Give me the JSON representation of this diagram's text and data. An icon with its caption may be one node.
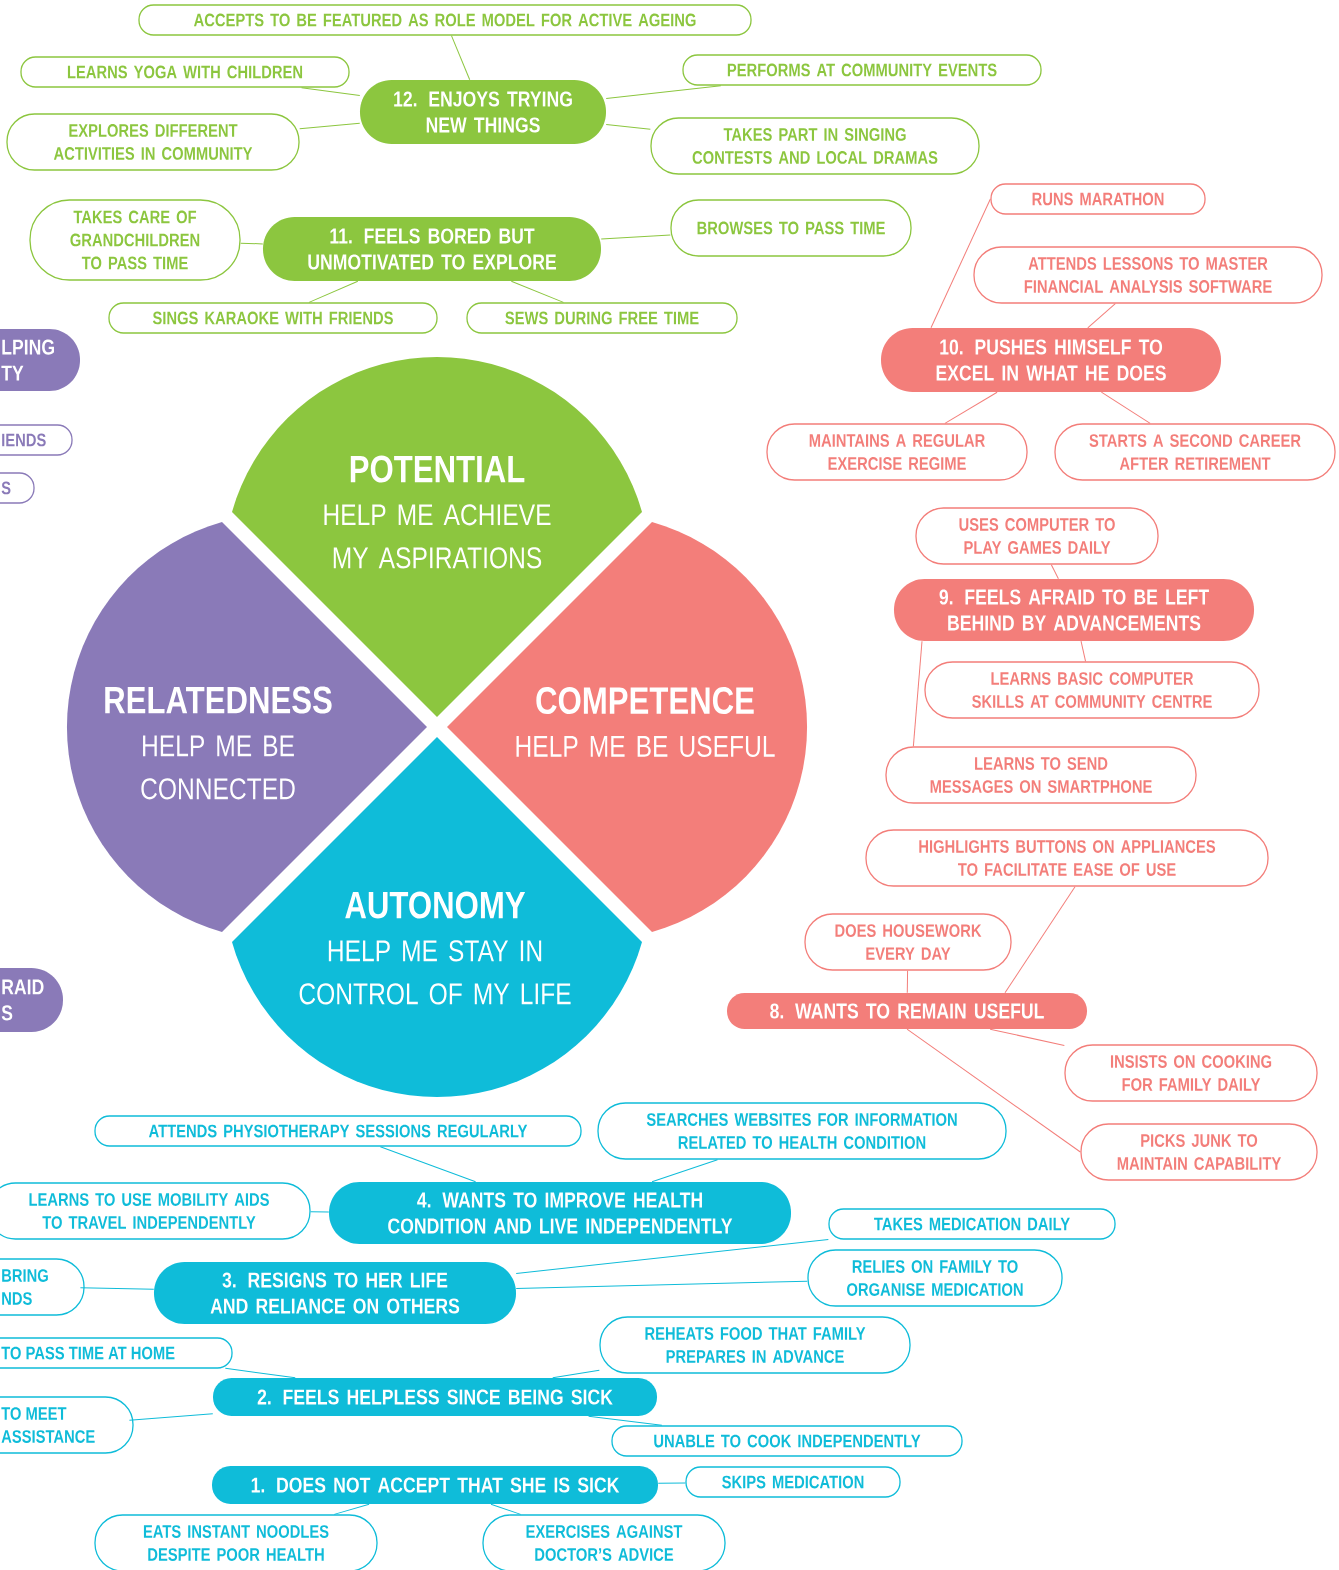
{
  "diagram": {
    "nodes": [
      {
        "text": [
          "12. ENJOYS TRYING NEW THINGS"
        ]
      },
      {
        "text": [
          "ACCEPTS TO BE FEATURED AS ROLE MODEL FOR ACTIVE AGEING"
        ]
      },
      {
        "text": [
          "LEARNS YOGA WITH CHILDREN"
        ]
      },
      {
        "text": [
          "EXPLORES DIFFERENT ACTIVITIES IN COMMUNITY"
        ]
      },
      {
        "text": [
          "PERFORMS AT COMMUNITY EVENTS"
        ]
      },
      {
        "text": [
          "TAKES PART IN SINGING CONTESTS AND LOCAL DRAMAS"
        ]
      },
      {
        "text": [
          "11. FEELS BORED BUT UNMOTIVATED TO EXPLORE"
        ]
      },
      {
        "text": [
          "TAKES CARE OF GRANDCHILDREN TO PASS TIME"
        ]
      },
      {
        "text": [
          "BROWSES TO PASS TIME"
        ]
      },
      {
        "text": [
          "SINGS KARAOKE WITH FRIENDS"
        ]
      },
      {
        "text": [
          "SEWS DURING FREE TIME"
        ]
      },
      {
        "text": [
          "LPING TY"
        ]
      },
      {
        "text": [
          "IENDS"
        ]
      },
      {
        "text": [
          "S"
        ]
      },
      {
        "text": [
          "RAID S"
        ]
      },
      {
        "text": [
          "POTENTIAL",
          "HELP ME ACHIEVE MY ASPIRATIONS"
        ]
      },
      {
        "text": [
          "RELATEDNESS",
          "HELP ME BE CONNECTED"
        ]
      },
      {
        "text": [
          "COMPETENCE",
          "HELP ME BE USEFUL"
        ]
      },
      {
        "text": [
          "AUTONOMY",
          "HELP ME STAY IN CONTROL OF MY LIFE"
        ]
      },
      {
        "text": [
          "10. PUSHES HIMSELF TO EXCEL IN WHAT HE DOES"
        ]
      },
      {
        "text": [
          "RUNS MARATHON"
        ]
      },
      {
        "text": [
          "ATTENDS LESSONS TO MASTER FINANCIAL ANALYSIS SOFTWARE"
        ]
      },
      {
        "text": [
          "MAINTAINS A REGULAR EXERCISE REGIME"
        ]
      },
      {
        "text": [
          "STARTS A SECOND CAREER AFTER RETIREMENT"
        ]
      },
      {
        "text": [
          "9. FEELS AFRAID TO BE LEFT BEHIND BY ADVANCEMENTS"
        ]
      },
      {
        "text": [
          "USES COMPUTER TO PLAY GAMES DAILY"
        ]
      },
      {
        "text": [
          "LEARNS BASIC COMPUTER SKILLS AT COMMUNITY CENTRE"
        ]
      },
      {
        "text": [
          "LEARNS TO SEND MESSAGES ON SMARTPHONE"
        ]
      },
      {
        "text": [
          "8. WANTS TO REMAIN USEFUL"
        ]
      },
      {
        "text": [
          "HIGHLIGHTS BUTTONS ON APPLIANCES TO FACILITATE EASE OF USE"
        ]
      },
      {
        "text": [
          "DOES HOUSEWORK EVERY DAY"
        ]
      },
      {
        "text": [
          "INSISTS ON COOKING FOR FAMILY DAILY"
        ]
      },
      {
        "text": [
          "PICKS JUNK TO MAINTAIN CAPABILITY"
        ]
      },
      {
        "text": [
          "4. WANTS TO IMPROVE HEALTH CONDITION AND LIVE INDEPENDENTLY"
        ]
      },
      {
        "text": [
          "ATTENDS PHYSIOTHERAPY SESSIONS REGULARLY"
        ]
      },
      {
        "text": [
          "SEARCHES WEBSITES FOR INFORMATION RELATED TO HEALTH CONDITION"
        ]
      },
      {
        "text": [
          "LEARNS TO USE MOBILITY AIDS TO TRAVEL INDEPENDENTLY"
        ]
      },
      {
        "text": [
          "3. RESIGNS TO HER LIFE AND RELIANCE ON OTHERS"
        ]
      },
      {
        "text": [
          "BRING NDS"
        ]
      },
      {
        "text": [
          "TAKES MEDICATION DAILY"
        ]
      },
      {
        "text": [
          "RELIES ON FAMILY TO ORGANISE MEDICATION"
        ]
      },
      {
        "text": [
          "2. FEELS HELPLESS SINCE BEING SICK"
        ]
      },
      {
        "text": [
          "TO PASS TIME AT HOME"
        ]
      },
      {
        "text": [
          "TO MEET ASSISTANCE"
        ]
      },
      {
        "text": [
          "REHEATS FOOD THAT FAMILY PREPARES IN ADVANCE"
        ]
      },
      {
        "text": [
          "UNABLE TO COOK INDEPENDENTLY"
        ]
      },
      {
        "text": [
          "1. DOES NOT ACCEPT THAT SHE IS SICK"
        ]
      },
      {
        "text": [
          "SKIPS MEDICATION"
        ]
      },
      {
        "text": [
          "EATS INSTANT NOODLES DESPITE POOR HEALTH"
        ]
      },
      {
        "text": [
          "EXERCISES AGAINST DOCTOR’S ADVICE"
        ]
      }
    ],
    "edges": [
      {
        "from": 0,
        "to": 1,
        "arrow": "none",
        "color": "#8cc63f"
      },
      {
        "from": 0,
        "to": 2,
        "arrow": "none",
        "color": "#8cc63f"
      },
      {
        "from": 0,
        "to": 3,
        "arrow": "none",
        "color": "#8cc63f"
      },
      {
        "from": 0,
        "to": 4,
        "arrow": "none",
        "color": "#8cc63f"
      },
      {
        "from": 0,
        "to": 5,
        "arrow": "none",
        "color": "#8cc63f"
      },
      {
        "from": 6,
        "to": 7,
        "arrow": "none",
        "color": "#8cc63f"
      },
      {
        "from": 6,
        "to": 8,
        "arrow": "none",
        "color": "#8cc63f"
      },
      {
        "from": 6,
        "to": 9,
        "arrow": "none",
        "color": "#8cc63f"
      },
      {
        "from": 6,
        "to": 10,
        "arrow": "none",
        "color": "#8cc63f"
      },
      {
        "from": 19,
        "to": 20,
        "arrow": "none",
        "color": "#f37e7a"
      },
      {
        "from": 19,
        "to": 21,
        "arrow": "none",
        "color": "#f37e7a"
      },
      {
        "from": 19,
        "to": 22,
        "arrow": "none",
        "color": "#f37e7a"
      },
      {
        "from": 19,
        "to": 23,
        "arrow": "none",
        "color": "#f37e7a"
      },
      {
        "from": 24,
        "to": 25,
        "arrow": "none",
        "color": "#f37e7a"
      },
      {
        "from": 24,
        "to": 26,
        "arrow": "none",
        "color": "#f37e7a"
      },
      {
        "from": 24,
        "to": 27,
        "arrow": "none",
        "color": "#f37e7a"
      },
      {
        "from": 28,
        "to": 29,
        "arrow": "none",
        "color": "#f37e7a"
      },
      {
        "from": 28,
        "to": 30,
        "arrow": "none",
        "color": "#f37e7a"
      },
      {
        "from": 28,
        "to": 31,
        "arrow": "none",
        "color": "#f37e7a"
      },
      {
        "from": 28,
        "to": 32,
        "arrow": "none",
        "color": "#f37e7a"
      },
      {
        "from": 33,
        "to": 34,
        "arrow": "none"
      },
      {
        "from": 33,
        "to": 35,
        "arrow": "none"
      },
      {
        "from": 33,
        "to": 36,
        "arrow": "none"
      },
      {
        "from": 37,
        "to": 38,
        "arrow": "none"
      },
      {
        "from": 37,
        "to": 39,
        "arrow": "none"
      },
      {
        "from": 37,
        "to": 40,
        "arrow": "none"
      },
      {
        "from": 41,
        "to": 42,
        "arrow": "none"
      },
      {
        "from": 41,
        "to": 43,
        "arrow": "none"
      },
      {
        "from": 41,
        "to": 44,
        "arrow": "none"
      },
      {
        "from": 41,
        "to": 45,
        "arrow": "none"
      },
      {
        "from": 46,
        "to": 47,
        "arrow": "none"
      },
      {
        "from": 46,
        "to": 48,
        "arrow": "none"
      },
      {
        "from": 46,
        "to": 49,
        "arrow": "none"
      }
    ]
  }
}
